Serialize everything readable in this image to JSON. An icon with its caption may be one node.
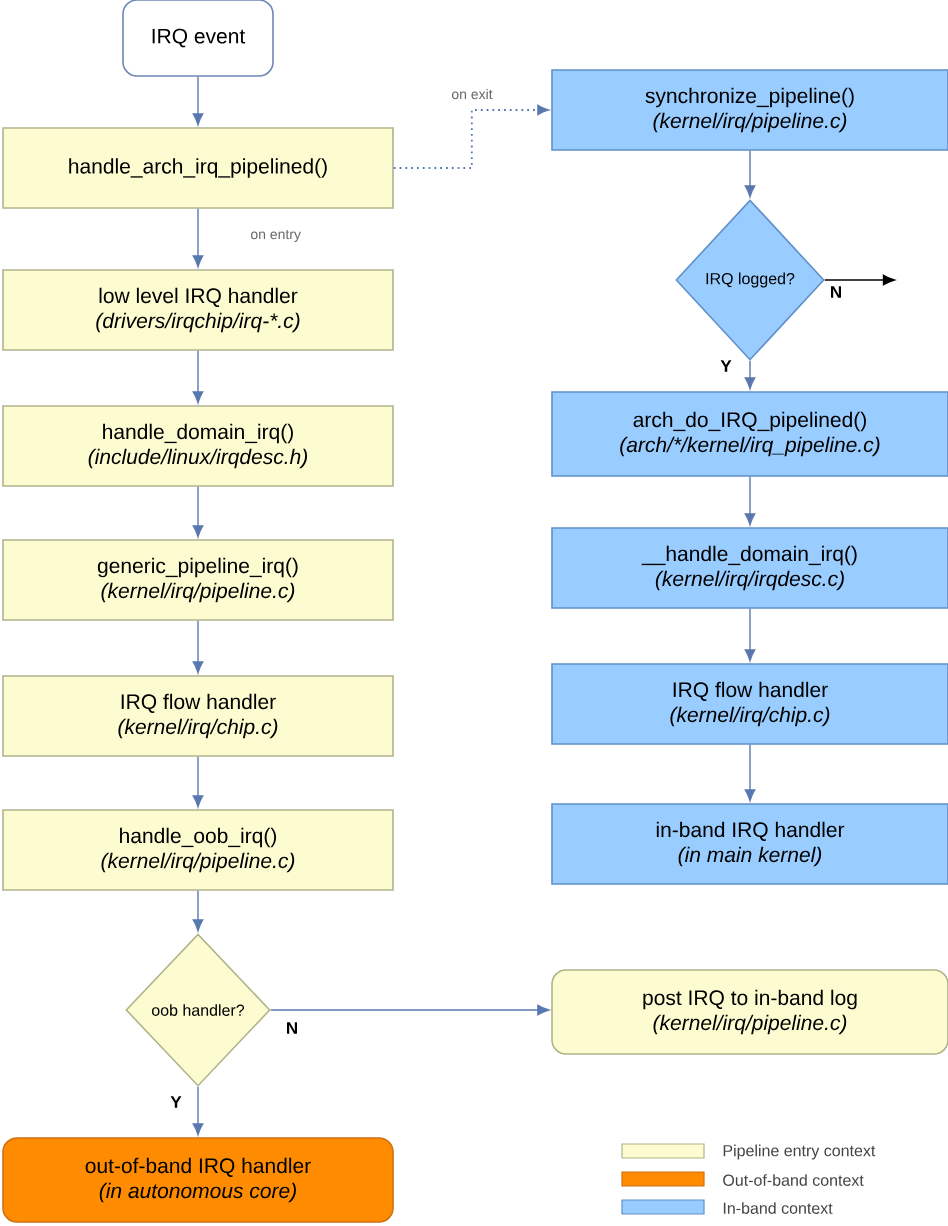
{
  "diagram": {
    "nodes": [
      {
        "text": [
          "IRQ event"
        ]
      },
      {
        "text": [
          "handle_arch_irq_pipelined()"
        ]
      },
      {
        "text": [
          "low level IRQ handler",
          "(drivers/irqchip/irq-*.c)"
        ]
      },
      {
        "text": [
          "handle_domain_irq()",
          "(include/linux/irqdesc.h)"
        ]
      },
      {
        "text": [
          "generic_pipeline_irq()",
          "(kernel/irq/pipeline.c)"
        ]
      },
      {
        "text": [
          "IRQ flow handler",
          "(kernel/irq/chip.c)"
        ]
      },
      {
        "text": [
          "handle_oob_irq()",
          "(kernel/irq/pipeline.c)"
        ]
      },
      {
        "text": [
          "oob handler?"
        ]
      },
      {
        "text": [
          "out-of-band IRQ handler",
          "(in autonomous core)"
        ]
      },
      {
        "text": [
          "synchronize_pipeline()",
          "(kernel/irq/pipeline.c)"
        ]
      },
      {
        "text": [
          "IRQ logged?"
        ]
      },
      {
        "text": [
          "arch_do_IRQ_pipelined()",
          "(arch/*/kernel/irq_pipeline.c)"
        ]
      },
      {
        "text": [
          "__handle_domain_irq()",
          "(kernel/irq/irqdesc.c)"
        ]
      },
      {
        "text": [
          "IRQ flow handler",
          "(kernel/irq/chip.c)"
        ]
      },
      {
        "text": [
          "in-band IRQ handler",
          "(in main kernel)"
        ]
      },
      {
        "text": [
          "post IRQ to in-band log",
          "(kernel/irq/pipeline.c)"
        ]
      }
    ],
    "edges": [
      {
        "from": 0,
        "to": 1,
        "arrow": "to"
      },
      {
        "from": 1,
        "to": 2,
        "arrow": "to",
        "label": "on entry"
      },
      {
        "from": 2,
        "to": 3,
        "arrow": "to"
      },
      {
        "from": 3,
        "to": 4,
        "arrow": "to"
      },
      {
        "from": 4,
        "to": 5,
        "arrow": "to"
      },
      {
        "from": 5,
        "to": 6,
        "arrow": "to"
      },
      {
        "from": 6,
        "to": 7,
        "arrow": "to"
      },
      {
        "from": 7,
        "to": 8,
        "arrow": "to",
        "label": "Y"
      },
      {
        "from": 7,
        "to": 15,
        "arrow": "to",
        "label": "N"
      },
      {
        "from": 1,
        "to": 9,
        "arrow": "to",
        "label": "on exit",
        "style": "dashed"
      },
      {
        "from": 9,
        "to": 10,
        "arrow": "to"
      },
      {
        "from": 10,
        "to": 11,
        "arrow": "to",
        "label": "Y"
      },
      {
        "from": 10,
        "to": null,
        "arrow": "to",
        "label": "N",
        "color": "#000000"
      },
      {
        "from": 11,
        "to": 12,
        "arrow": "to"
      },
      {
        "from": 12,
        "to": 13,
        "arrow": "to"
      },
      {
        "from": 13,
        "to": 14,
        "arrow": "to"
      }
    ],
    "legend": [
      {
        "text": "Pipeline entry context",
        "color": "#fdfbd0"
      },
      {
        "text": "Out-of-band context",
        "color": "#ff8c00"
      },
      {
        "text": "In-band context",
        "color": "#99ccff"
      }
    ]
  }
}
